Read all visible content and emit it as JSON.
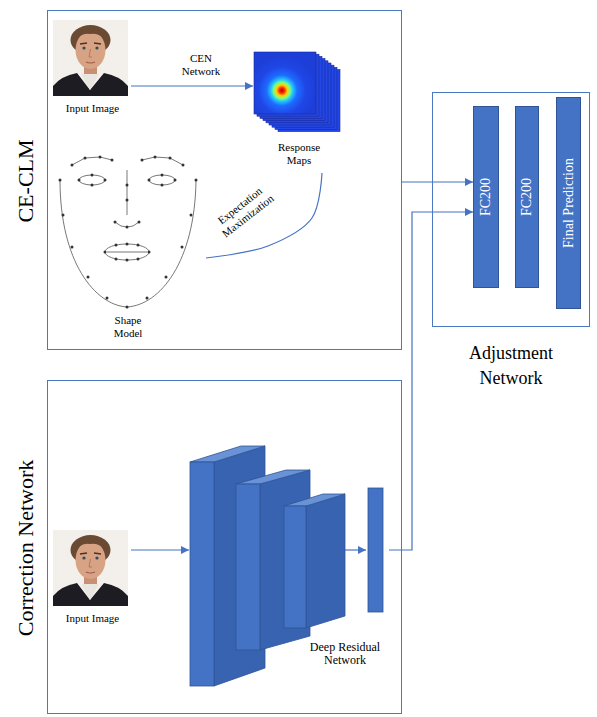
{
  "diagram": {
    "nodes": [
      {
        "text": [
          "CE-CLM"
        ]
      },
      {
        "text": [
          "Input Image"
        ],
        "in": 0
      },
      {
        "text": [
          "Response Maps"
        ],
        "in": 0
      },
      {
        "text": [
          "Shape Model"
        ],
        "in": 0
      },
      {
        "text": [
          "Adjustment Network"
        ]
      },
      {
        "text": [
          "FC200"
        ],
        "in": 4
      },
      {
        "text": [
          "FC200"
        ],
        "in": 4
      },
      {
        "text": [
          "Final Prediction"
        ],
        "in": 4
      },
      {
        "text": [
          "Correction Network"
        ]
      },
      {
        "text": [
          "Input Image"
        ],
        "in": 8
      },
      {
        "text": [
          "Deep Residual Network"
        ],
        "in": 8
      }
    ],
    "edges": [
      {
        "from": 1,
        "to": 2,
        "label": "CEN Network",
        "arrow": "to"
      },
      {
        "from": 3,
        "to": 2,
        "label": "Expectation Maximization",
        "arrow": "none"
      },
      {
        "from": 0,
        "to": 5,
        "arrow": "to"
      },
      {
        "from": 9,
        "to": 10,
        "arrow": "to"
      },
      {
        "from": 10,
        "to": 5,
        "arrow": "to"
      }
    ]
  }
}
